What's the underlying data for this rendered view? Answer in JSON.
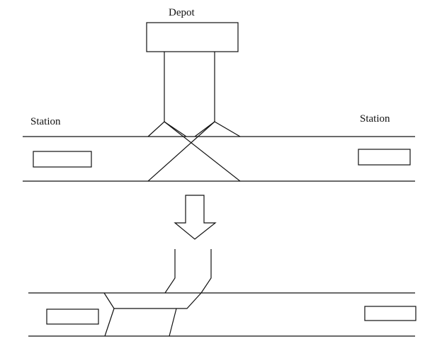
{
  "labels": {
    "depot": "Depot",
    "station_left": "Station",
    "station_right": "Station"
  },
  "colors": {
    "stroke": "#111111",
    "background": "#ffffff"
  },
  "icons": {
    "transition_arrow": "arrow-down-icon"
  }
}
